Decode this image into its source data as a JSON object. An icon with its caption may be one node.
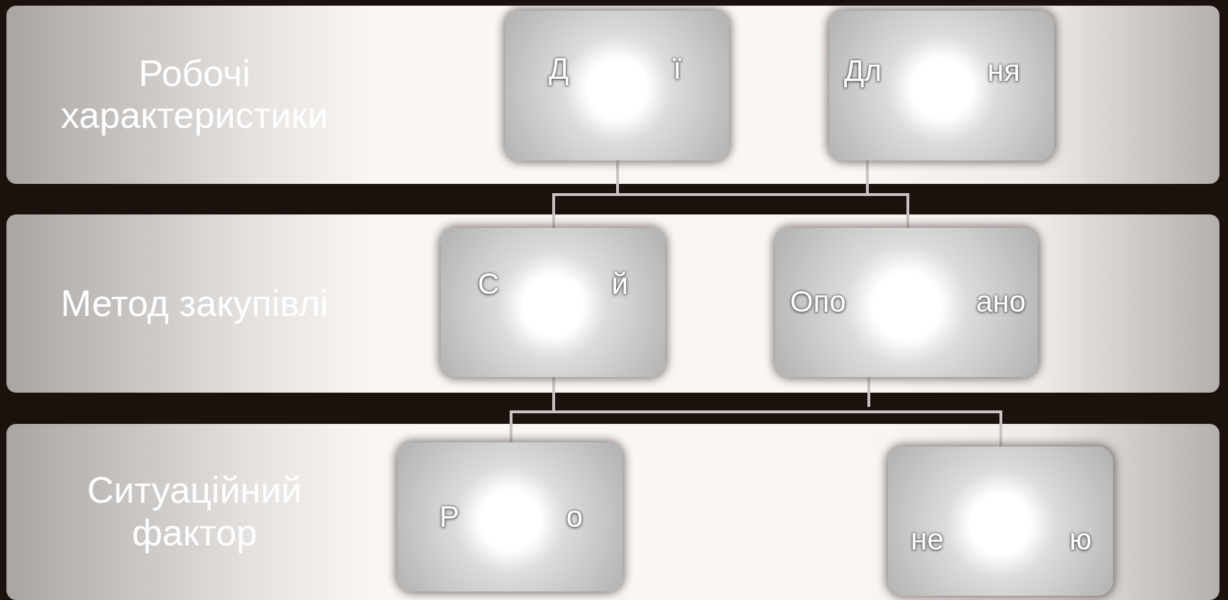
{
  "diagram": {
    "nodes": [
      {
        "text": [
          "Робочі характеристики"
        ]
      },
      {
        "text": [
          "Д",
          "ї"
        ],
        "in": 0
      },
      {
        "text": [
          "Дл",
          "ня"
        ],
        "in": 0
      },
      {
        "text": [
          "Метод закупівлі"
        ]
      },
      {
        "text": [
          "С",
          "й"
        ],
        "in": 3
      },
      {
        "text": [
          "Опо",
          "ано"
        ],
        "in": 3
      },
      {
        "text": [
          "Ситуаційний фактор"
        ]
      },
      {
        "text": [
          "Р",
          "о"
        ],
        "in": 6
      },
      {
        "text": [
          "не",
          "ю"
        ],
        "in": 6
      }
    ],
    "edges": [
      {
        "from": 1,
        "to": 4,
        "arrow": "none"
      },
      {
        "from": 1,
        "to": 5,
        "arrow": "none"
      },
      {
        "from": 2,
        "to": 4,
        "arrow": "none"
      },
      {
        "from": 2,
        "to": 5,
        "arrow": "none"
      },
      {
        "from": 4,
        "to": 7,
        "arrow": "none"
      },
      {
        "from": 4,
        "to": 8,
        "arrow": "none"
      },
      {
        "from": 5,
        "to": null,
        "arrow": "none"
      }
    ]
  }
}
